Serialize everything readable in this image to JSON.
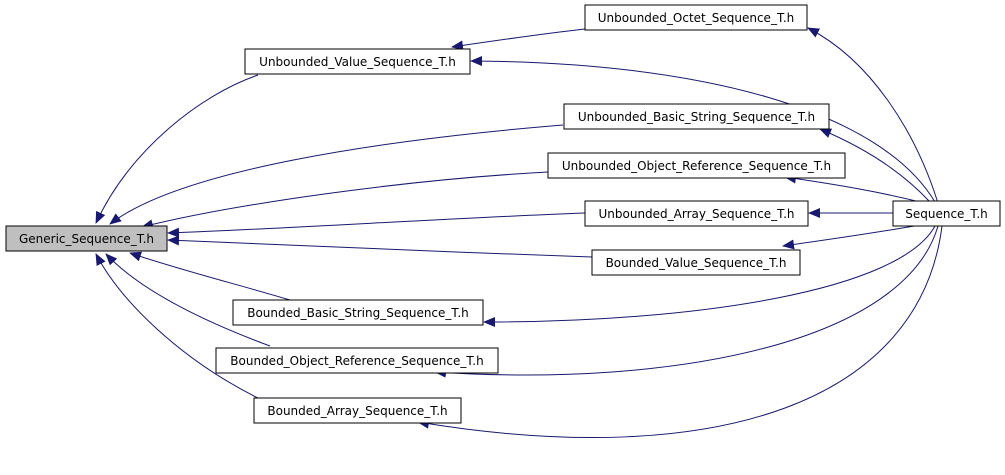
{
  "diagram": {
    "colors": {
      "edge": "#191970",
      "node_border": "#000000",
      "root_fill": "#bfbfbf",
      "node_fill": "#ffffff"
    },
    "nodes": {
      "generic": "Generic_Sequence_T.h",
      "unbounded_octet": "Unbounded_Octet_Sequence_T.h",
      "unbounded_value": "Unbounded_Value_Sequence_T.h",
      "unbounded_basic_string": "Unbounded_Basic_String_Sequence_T.h",
      "unbounded_object_reference": "Unbounded_Object_Reference_Sequence_T.h",
      "unbounded_array": "Unbounded_Array_Sequence_T.h",
      "bounded_value": "Bounded_Value_Sequence_T.h",
      "bounded_basic_string": "Bounded_Basic_String_Sequence_T.h",
      "bounded_object_reference": "Bounded_Object_Reference_Sequence_T.h",
      "bounded_array": "Bounded_Array_Sequence_T.h",
      "sequence": "Sequence_T.h"
    },
    "edges": [
      {
        "from": "unbounded_octet",
        "to": "unbounded_value"
      },
      {
        "from": "unbounded_value",
        "to": "generic"
      },
      {
        "from": "unbounded_basic_string",
        "to": "generic"
      },
      {
        "from": "unbounded_object_reference",
        "to": "generic"
      },
      {
        "from": "unbounded_array",
        "to": "generic"
      },
      {
        "from": "bounded_value",
        "to": "generic"
      },
      {
        "from": "bounded_basic_string",
        "to": "generic"
      },
      {
        "from": "bounded_object_reference",
        "to": "generic"
      },
      {
        "from": "bounded_array",
        "to": "generic"
      },
      {
        "from": "sequence",
        "to": "unbounded_octet"
      },
      {
        "from": "sequence",
        "to": "unbounded_value"
      },
      {
        "from": "sequence",
        "to": "unbounded_basic_string"
      },
      {
        "from": "sequence",
        "to": "unbounded_object_reference"
      },
      {
        "from": "sequence",
        "to": "unbounded_array"
      },
      {
        "from": "sequence",
        "to": "bounded_value"
      },
      {
        "from": "sequence",
        "to": "bounded_basic_string"
      },
      {
        "from": "sequence",
        "to": "bounded_object_reference"
      },
      {
        "from": "sequence",
        "to": "bounded_array"
      }
    ]
  }
}
